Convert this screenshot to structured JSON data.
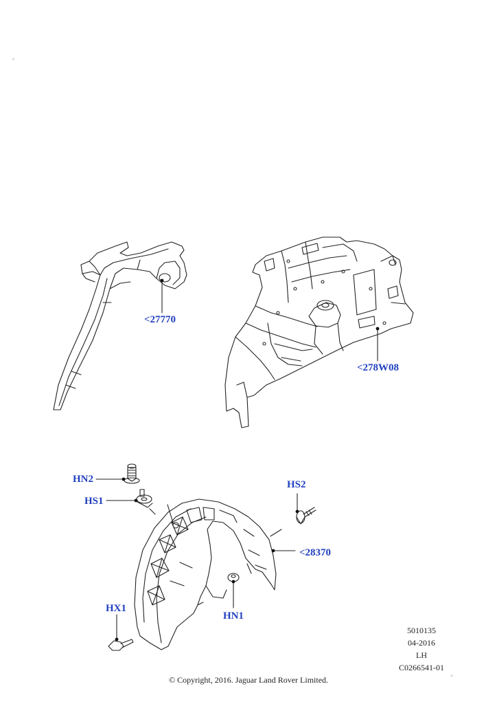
{
  "callouts": {
    "part_27770": "<27770",
    "part_278w08": "<278W08",
    "hn2": "HN2",
    "hs1": "HS1",
    "hs2": "HS2",
    "part_28370": "<28370",
    "hx1": "HX1",
    "hn1": "HN1"
  },
  "meta": {
    "code": "5010135",
    "date": "04-2016",
    "side": "LH",
    "illustration_id": "C0266541-01"
  },
  "copyright": "© Copyright, 2016. Jaguar Land Rover Limited.",
  "colors": {
    "callout_text": "#1f3fbf",
    "line_art": "#222222"
  }
}
